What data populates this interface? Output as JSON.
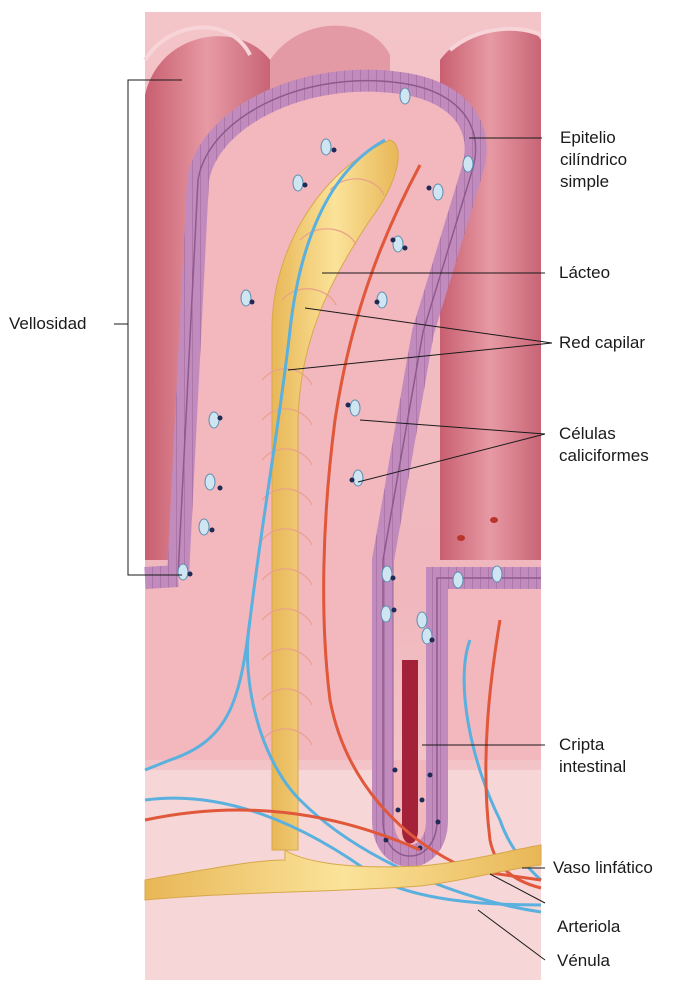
{
  "labels": {
    "vellosidad": "Vellosidad",
    "epitelio": [
      "Epitelio",
      "cilíndrico",
      "simple"
    ],
    "lacteo": "Lácteo",
    "red_capilar": "Red capilar",
    "celulas": [
      "Células",
      "caliciformes"
    ],
    "cripta": [
      "Cripta",
      "intestinal"
    ],
    "vaso_linfatico": "Vaso linfático",
    "arteriola": "Arteriola",
    "venula": "Vénula"
  },
  "colors": {
    "mucosa": "#e8a3aa",
    "mucosa_dark": "#cf6f7c",
    "epithelium": "#b98ab7",
    "nucleus": "#1f2a55",
    "goblet": "#cfe6f2",
    "lacteal": "#f4d27a",
    "artery": "#e0573a",
    "vein": "#5ab0de"
  }
}
